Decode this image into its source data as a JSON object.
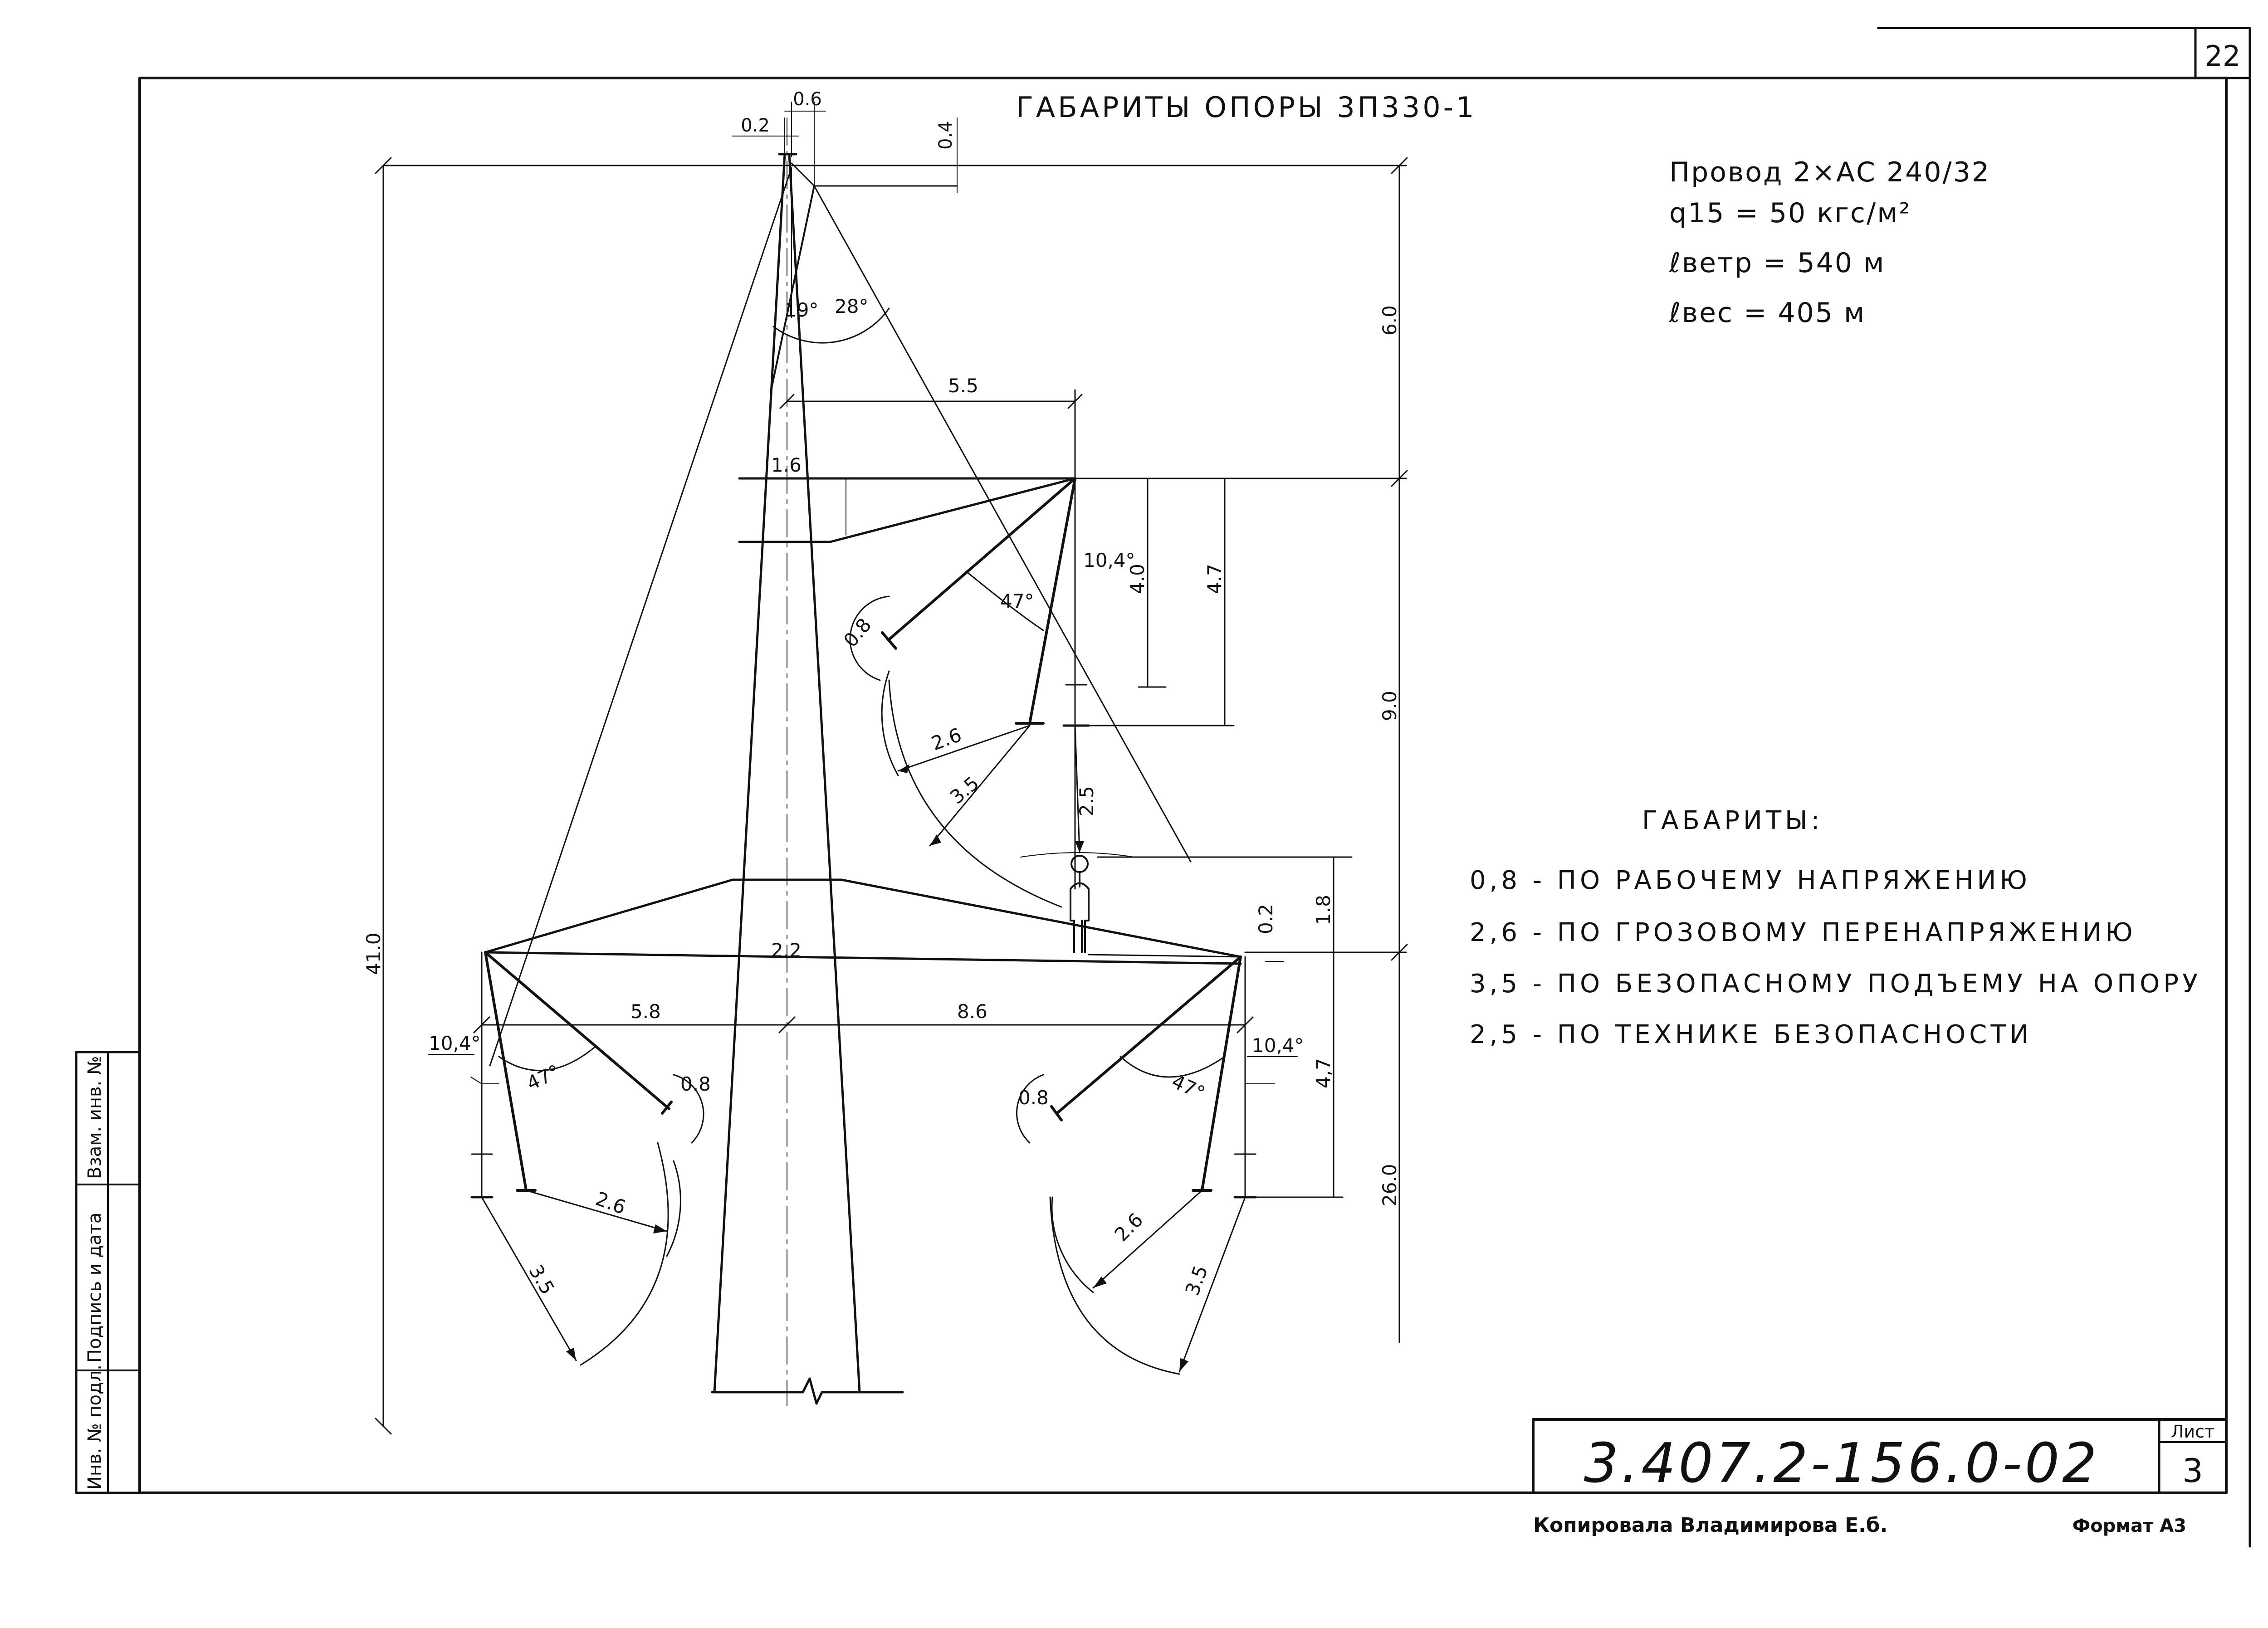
{
  "sheet": {
    "page_number": "22",
    "title": "ГАБАРИТЫ ОПОРЫ 3П330-1",
    "document_code": "3.407.2-156.0-02",
    "sheet_label": "Лист",
    "sheet_number": "3",
    "copied_by": "Копировала Владимирова Е.б.",
    "format": "Формат А3",
    "side_stamp": [
      "Инв. № подл.",
      "Подпись и дата",
      "Взам. инв. №"
    ]
  },
  "params": {
    "wire": "Провод 2×АС 240/32",
    "q15": "q15 = 50 кгс/м²",
    "l_wind": "ℓветр = 540 м",
    "l_weight": "ℓвес = 405 м"
  },
  "legend": {
    "title": "ГАБАРИТЫ:",
    "items": [
      "0,8 - ПО РАБОЧЕМУ НАПРЯЖЕНИЮ",
      "2,6 - ПО ГРОЗОВОМУ ПЕРЕНАПРЯЖЕНИЮ",
      "3,5 - ПО БЕЗОПАСНОМУ ПОДЪЕМУ НА ОПОРУ",
      "2,5 - ПО ТЕХНИКЕ БЕЗОПАСНОСТИ"
    ]
  },
  "dims": {
    "top_02": "0.2",
    "top_06": "0.6",
    "top_04": "0.4",
    "angle_19": "19°",
    "angle_28": "28°",
    "h_60": "6.0",
    "w_55": "5.5",
    "w_16": "1.6",
    "ang_104_top": "10,4°",
    "ang_47_top": "47°",
    "g_08_top": "0.8",
    "v_40": "4.0",
    "v_47_top": "4.7",
    "h_90": "9.0",
    "g_26_top": "2.6",
    "g_35_top": "3.5",
    "g_25": "2.5",
    "h_410": "41.0",
    "v_02": "0.2",
    "v_18": "1.8",
    "w_22": "2.2",
    "w_58": "5.8",
    "w_86": "8.6",
    "ang_104_left": "10,4°",
    "ang_47_left": "47°",
    "g_08_left": "0.8",
    "g_26_left": "2.6",
    "g_35_left": "3.5",
    "g_08_right": "0.8",
    "ang_47_right": "47°",
    "ang_104_right": "10,4°",
    "v_47_bottom": "4,7",
    "h_260": "26.0",
    "g_26_right": "2.6",
    "g_35_right": "3.5"
  }
}
